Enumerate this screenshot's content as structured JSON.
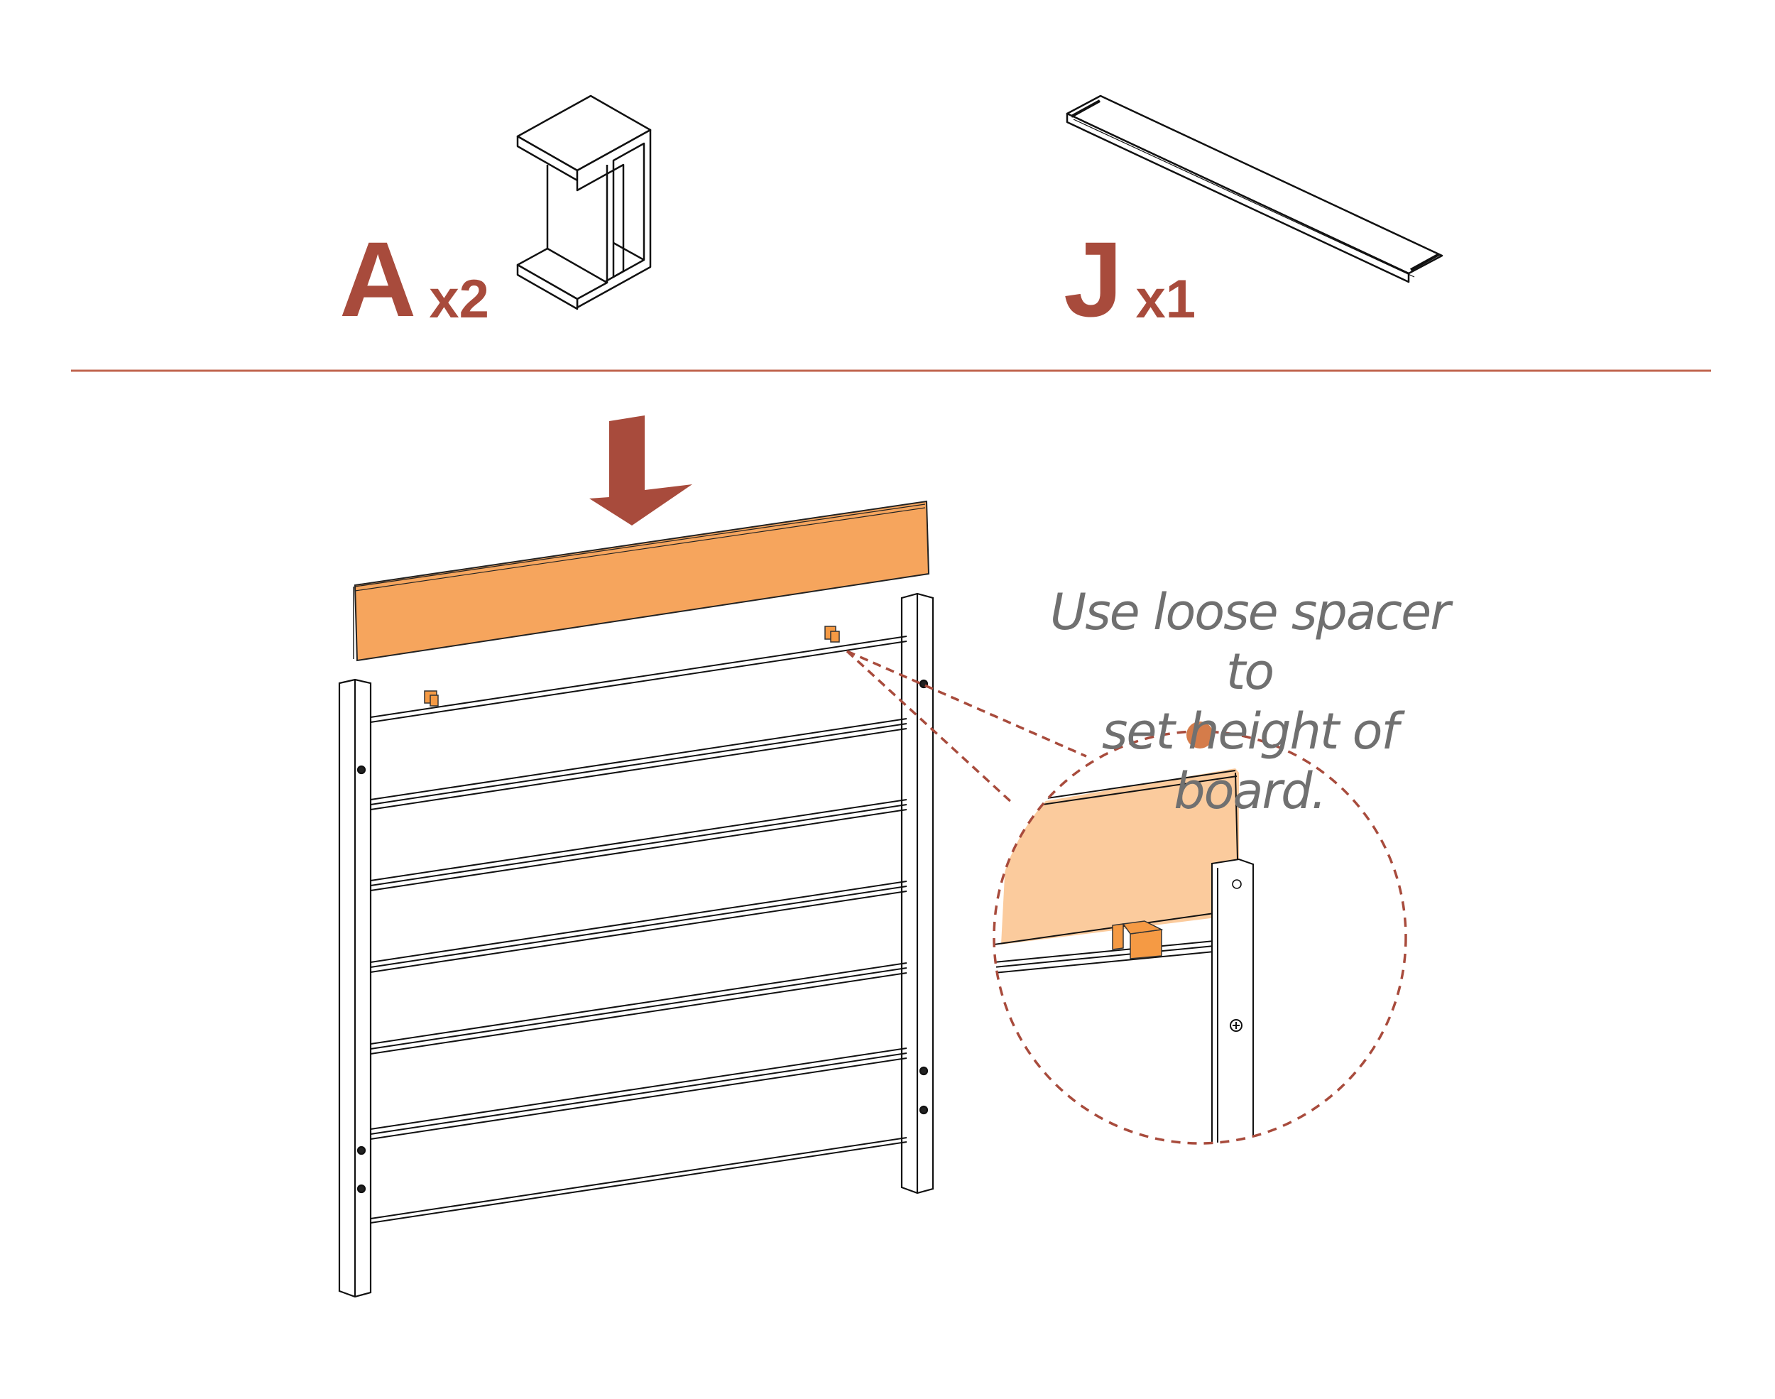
{
  "parts": [
    {
      "letter": "A",
      "quantity": "x2",
      "shape": "c-bracket-spacer"
    },
    {
      "letter": "J",
      "quantity": "x1",
      "shape": "flat-board"
    }
  ],
  "caption": {
    "line1": "Use loose spacer to",
    "line2": "set height of board."
  },
  "colors": {
    "accent": "#a84b3c",
    "board": "#f6a55d",
    "board_detail": "#fbcb9d",
    "spacer": "#f59a44",
    "callout_dot": "#d57c4a",
    "divider": "#c0654f",
    "text_gray": "#707070"
  }
}
